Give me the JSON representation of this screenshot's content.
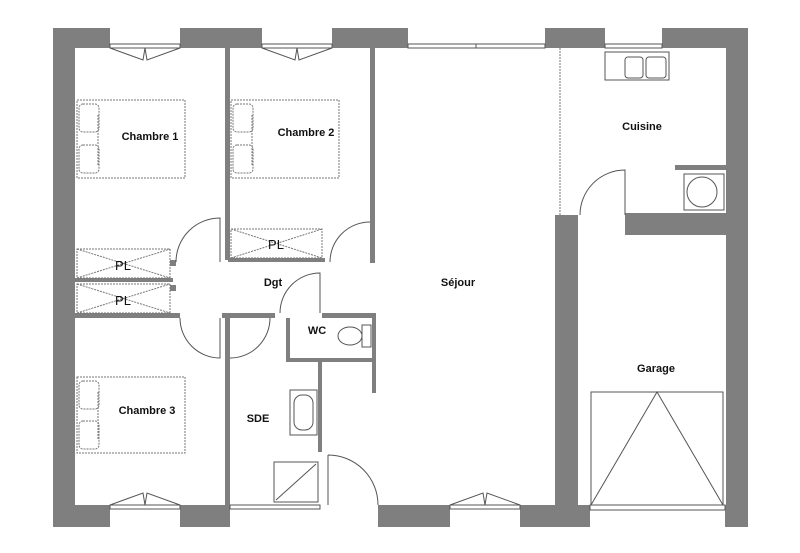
{
  "rooms": {
    "chambre1": "Chambre 1",
    "chambre2": "Chambre 2",
    "chambre3": "Chambre 3",
    "cuisine": "Cuisine",
    "sejour": "Séjour",
    "dgt": "Dgt",
    "wc": "WC",
    "sde": "SDE",
    "garage": "Garage"
  },
  "closets": [
    "PL",
    "PL",
    "PL"
  ],
  "colors": {
    "wall": "#7f7f7f",
    "background": "#ffffff"
  }
}
